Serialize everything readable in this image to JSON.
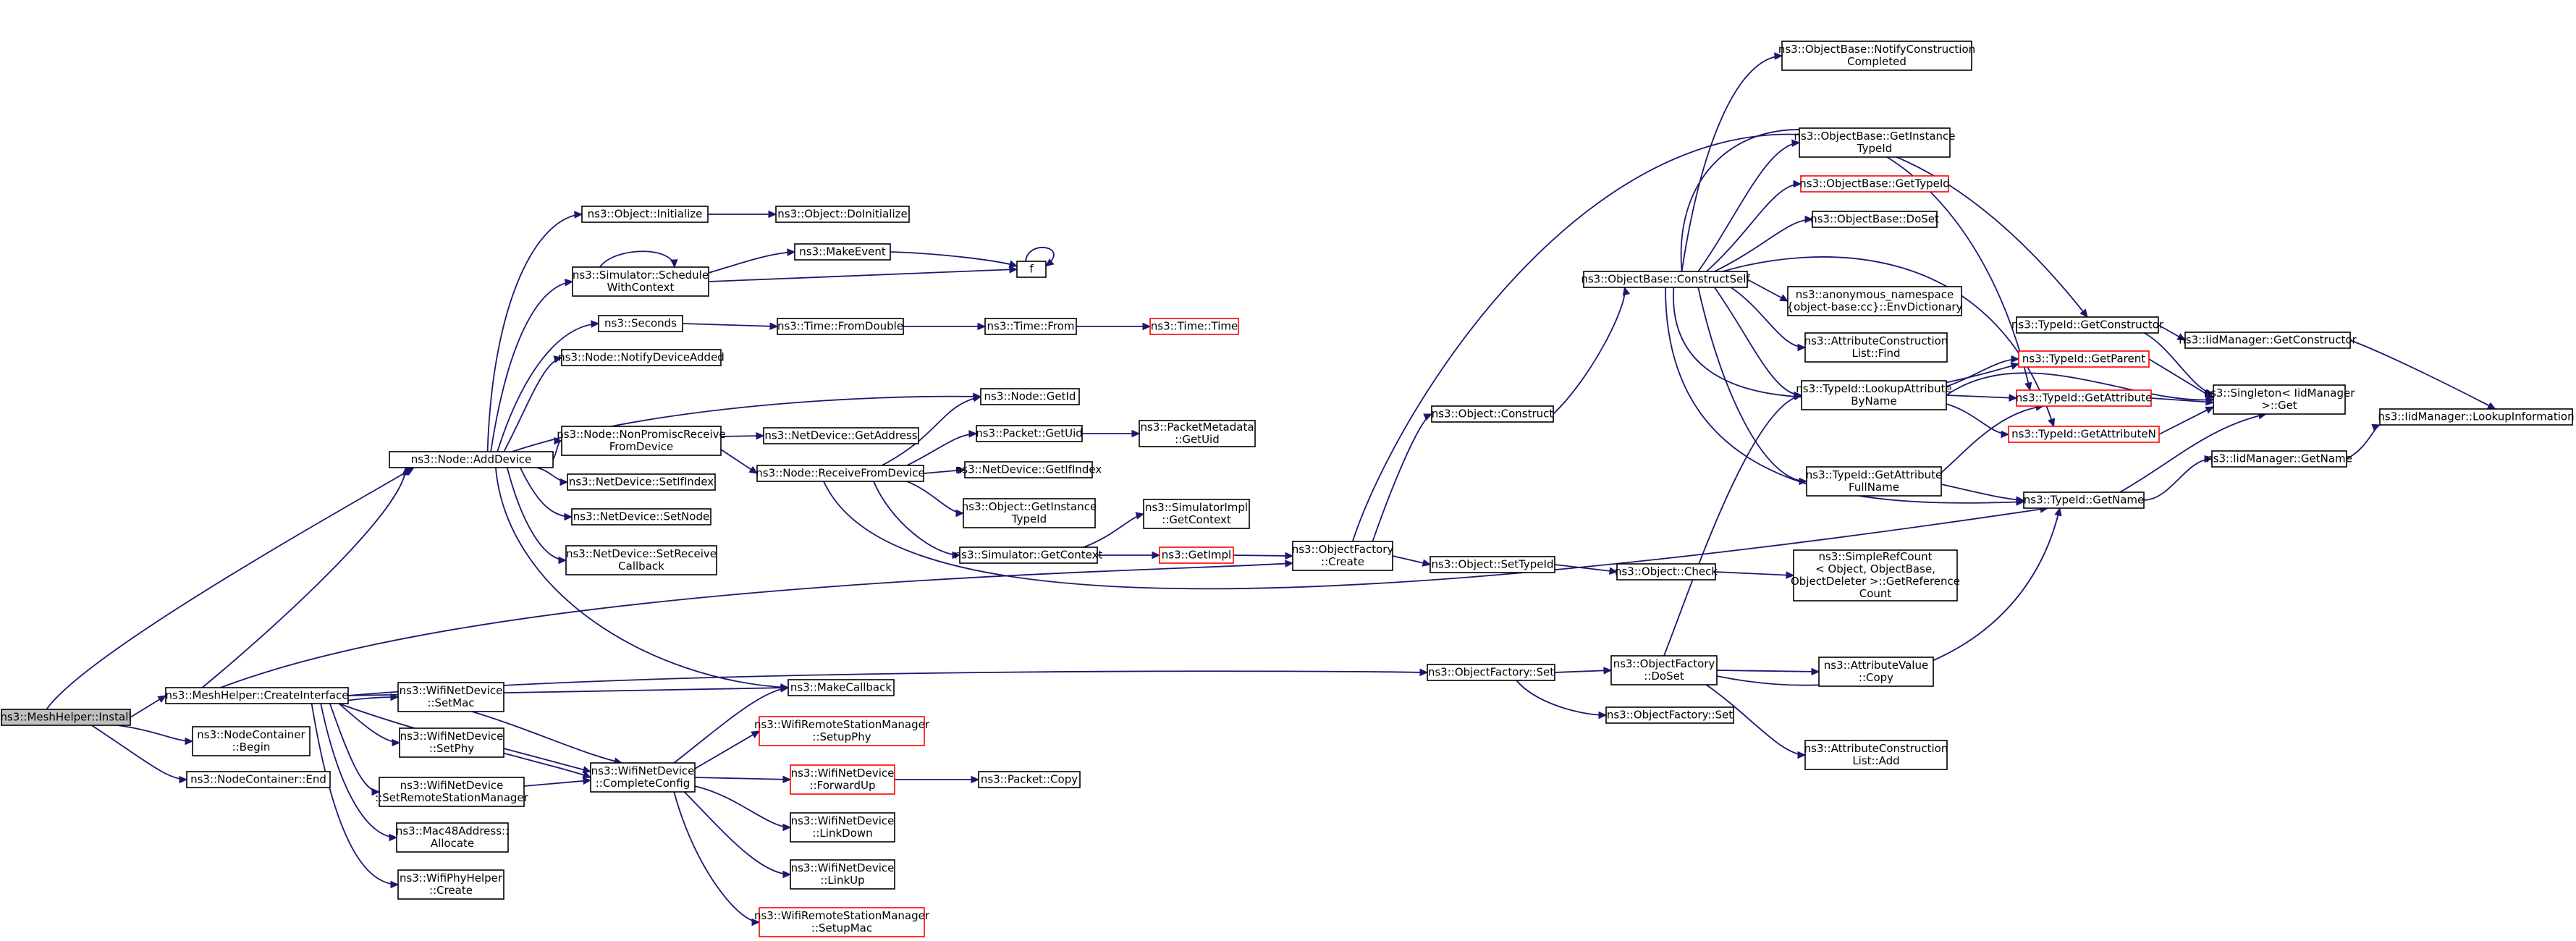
{
  "colors": {
    "edge": "#191970",
    "border": "#000000",
    "error_border": "#ff0000",
    "root_fill": "#bfbfbf",
    "background": "#ffffff"
  },
  "nodes": [
    {
      "id": "n_install",
      "lines": [
        "ns3::MeshHelper::Install"
      ],
      "style": "root"
    },
    {
      "id": "n_addDevice",
      "lines": [
        "ns3::Node::AddDevice"
      ]
    },
    {
      "id": "n_createIface",
      "lines": [
        "ns3::MeshHelper::CreateInterface"
      ]
    },
    {
      "id": "n_ncBegin",
      "lines": [
        "ns3::NodeContainer",
        "::Begin"
      ]
    },
    {
      "id": "n_ncEnd",
      "lines": [
        "ns3::NodeContainer::End"
      ]
    },
    {
      "id": "n_objInit",
      "lines": [
        "ns3::Object::Initialize"
      ]
    },
    {
      "id": "n_objDoInit",
      "lines": [
        "ns3::Object::DoInitialize"
      ]
    },
    {
      "id": "n_schedCtx",
      "lines": [
        "ns3::Simulator::Schedule",
        "WithContext"
      ]
    },
    {
      "id": "n_makeEvent",
      "lines": [
        "ns3::MakeEvent"
      ]
    },
    {
      "id": "n_f",
      "lines": [
        "f"
      ]
    },
    {
      "id": "n_seconds",
      "lines": [
        "ns3::Seconds"
      ]
    },
    {
      "id": "n_timeFromDouble",
      "lines": [
        "ns3::Time::FromDouble"
      ]
    },
    {
      "id": "n_timeFrom",
      "lines": [
        "ns3::Time::From"
      ]
    },
    {
      "id": "n_timeTime",
      "lines": [
        "ns3::Time::Time"
      ],
      "style": "red"
    },
    {
      "id": "n_notifyDevAdded",
      "lines": [
        "ns3::Node::NotifyDeviceAdded"
      ]
    },
    {
      "id": "n_nodeGetId",
      "lines": [
        "ns3::Node::GetId"
      ]
    },
    {
      "id": "n_nonPromisc",
      "lines": [
        "ns3::Node::NonPromiscReceive",
        "FromDevice"
      ]
    },
    {
      "id": "n_ndGetAddress",
      "lines": [
        "ns3::NetDevice::GetAddress"
      ]
    },
    {
      "id": "n_recvFromDev",
      "lines": [
        "ns3::Node::ReceiveFromDevice"
      ]
    },
    {
      "id": "n_pktGetUid",
      "lines": [
        "ns3::Packet::GetUid"
      ]
    },
    {
      "id": "n_pktMetaUid",
      "lines": [
        "ns3::PacketMetadata",
        "::GetUid"
      ]
    },
    {
      "id": "n_ndGetIfIndex",
      "lines": [
        "ns3::NetDevice::GetIfIndex"
      ]
    },
    {
      "id": "n_objGetInstTid",
      "lines": [
        "ns3::Object::GetInstance",
        "TypeId"
      ]
    },
    {
      "id": "n_simImplCtx",
      "lines": [
        "ns3::SimulatorImpl",
        "::GetContext"
      ]
    },
    {
      "id": "n_simGetCtx",
      "lines": [
        "ns3::Simulator::GetContext"
      ]
    },
    {
      "id": "n_getImpl",
      "lines": [
        "ns3::GetImpl"
      ],
      "style": "red"
    },
    {
      "id": "n_ndSetIfIndex",
      "lines": [
        "ns3::NetDevice::SetIfIndex"
      ]
    },
    {
      "id": "n_ndSetNode",
      "lines": [
        "ns3::NetDevice::SetNode"
      ]
    },
    {
      "id": "n_ndSetRecvCb",
      "lines": [
        "ns3::NetDevice::SetReceive",
        "Callback"
      ]
    },
    {
      "id": "n_makeCallback",
      "lines": [
        "ns3::MakeCallback"
      ]
    },
    {
      "id": "n_wndSetMac",
      "lines": [
        "ns3::WifiNetDevice",
        "::SetMac"
      ]
    },
    {
      "id": "n_wndSetPhy",
      "lines": [
        "ns3::WifiNetDevice",
        "::SetPhy"
      ]
    },
    {
      "id": "n_wndSetRsm",
      "lines": [
        "ns3::WifiNetDevice",
        "::SetRemoteStationManager"
      ]
    },
    {
      "id": "n_mac48",
      "lines": [
        "ns3::Mac48Address::",
        "Allocate"
      ]
    },
    {
      "id": "n_wphyCreate",
      "lines": [
        "ns3::WifiPhyHelper",
        "::Create"
      ]
    },
    {
      "id": "n_wndComplete",
      "lines": [
        "ns3::WifiNetDevice",
        "::CompleteConfig"
      ]
    },
    {
      "id": "n_wrsmSetupPhy",
      "lines": [
        "ns3::WifiRemoteStationManager",
        "::SetupPhy"
      ],
      "style": "red"
    },
    {
      "id": "n_wndForwardUp",
      "lines": [
        "ns3::WifiNetDevice",
        "::ForwardUp"
      ],
      "style": "red"
    },
    {
      "id": "n_pktCopy",
      "lines": [
        "ns3::Packet::Copy"
      ]
    },
    {
      "id": "n_wndLinkDown",
      "lines": [
        "ns3::WifiNetDevice",
        "::LinkDown"
      ]
    },
    {
      "id": "n_wndLinkUp",
      "lines": [
        "ns3::WifiNetDevice",
        "::LinkUp"
      ]
    },
    {
      "id": "n_wrsmSetupMac",
      "lines": [
        "ns3::WifiRemoteStationManager",
        "::SetupMac"
      ],
      "style": "red"
    },
    {
      "id": "n_ofCreate",
      "lines": [
        "ns3::ObjectFactory",
        "::Create"
      ]
    },
    {
      "id": "n_objConstruct",
      "lines": [
        "ns3::Object::Construct"
      ]
    },
    {
      "id": "n_objSetTid",
      "lines": [
        "ns3::Object::SetTypeId"
      ]
    },
    {
      "id": "n_objCheck",
      "lines": [
        "ns3::Object::Check"
      ]
    },
    {
      "id": "n_simpleRef",
      "lines": [
        "ns3::SimpleRefCount",
        "< Object, ObjectBase,",
        "ObjectDeleter >::GetReference",
        "Count"
      ]
    },
    {
      "id": "n_ofSet",
      "lines": [
        "ns3::ObjectFactory::Set"
      ]
    },
    {
      "id": "n_ofDoSet",
      "lines": [
        "ns3::ObjectFactory",
        "::DoSet"
      ]
    },
    {
      "id": "n_ofSet2",
      "lines": [
        "ns3::ObjectFactory::Set"
      ]
    },
    {
      "id": "n_attrValCopy",
      "lines": [
        "ns3::AttributeValue",
        "::Copy"
      ]
    },
    {
      "id": "n_attrConsAdd",
      "lines": [
        "ns3::AttributeConstruction",
        "List::Add"
      ]
    },
    {
      "id": "n_obConstructSelf",
      "lines": [
        "ns3::ObjectBase::ConstructSelf"
      ]
    },
    {
      "id": "n_obNotifyConst",
      "lines": [
        "ns3::ObjectBase::NotifyConstruction",
        "Completed"
      ]
    },
    {
      "id": "n_obGetInstTid",
      "lines": [
        "ns3::ObjectBase::GetInstance",
        "TypeId"
      ]
    },
    {
      "id": "n_obGetTid",
      "lines": [
        "ns3::ObjectBase::GetTypeId"
      ],
      "style": "red"
    },
    {
      "id": "n_obDoSet",
      "lines": [
        "ns3::ObjectBase::DoSet"
      ]
    },
    {
      "id": "n_envDict",
      "lines": [
        "ns3::anonymous_namespace",
        "{object-base:cc}::EnvDictionary"
      ]
    },
    {
      "id": "n_attrConsFind",
      "lines": [
        "ns3::AttributeConstruction",
        "List::Find"
      ]
    },
    {
      "id": "n_tidLookupAttr",
      "lines": [
        "ns3::TypeId::LookupAttribute",
        "ByName"
      ]
    },
    {
      "id": "n_tidGetAttrFull",
      "lines": [
        "ns3::TypeId::GetAttribute",
        "FullName"
      ]
    },
    {
      "id": "n_tidGetCtor",
      "lines": [
        "ns3::TypeId::GetConstructor"
      ]
    },
    {
      "id": "n_tidGetParent",
      "lines": [
        "ns3::TypeId::GetParent"
      ],
      "style": "red"
    },
    {
      "id": "n_tidGetAttr",
      "lines": [
        "ns3::TypeId::GetAttribute"
      ],
      "style": "red"
    },
    {
      "id": "n_tidGetAttrN",
      "lines": [
        "ns3::TypeId::GetAttributeN"
      ],
      "style": "red"
    },
    {
      "id": "n_tidGetName",
      "lines": [
        "ns3::TypeId::GetName"
      ]
    },
    {
      "id": "n_iidGetCtor",
      "lines": [
        "ns3::IidManager::GetConstructor"
      ]
    },
    {
      "id": "n_singletonGet",
      "lines": [
        "ns3::Singleton< IidManager",
        ">::Get"
      ]
    },
    {
      "id": "n_iidGetName",
      "lines": [
        "ns3::IidManager::GetName"
      ]
    },
    {
      "id": "n_iidLookup",
      "lines": [
        "ns3::IidManager::LookupInformation"
      ]
    }
  ]
}
